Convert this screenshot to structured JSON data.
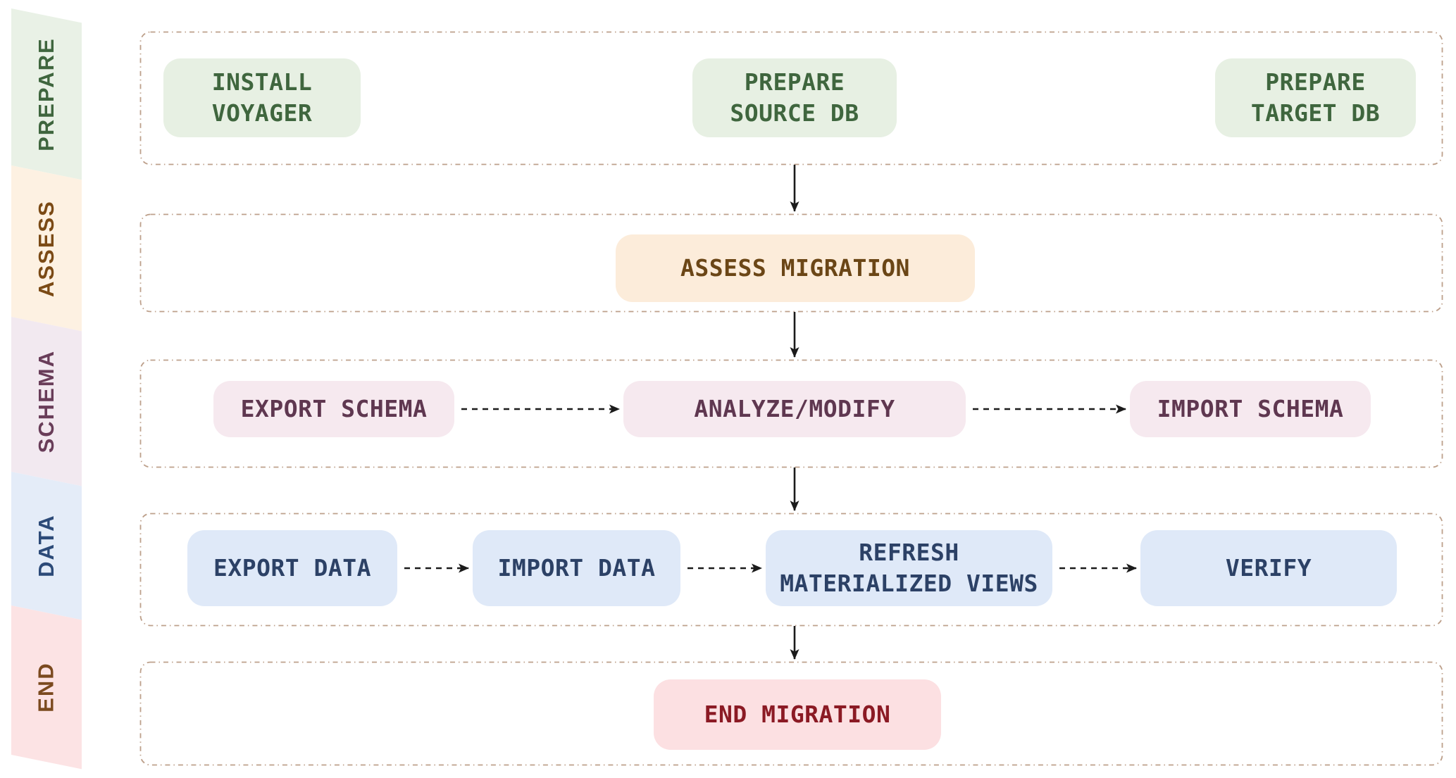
{
  "sidebar": {
    "bands": [
      {
        "label": "PREPARE",
        "bg": "#e9f1e6",
        "text": "#3f663e"
      },
      {
        "label": "ASSESS",
        "bg": "#fdf1e2",
        "text": "#7b4a15"
      },
      {
        "label": "SCHEMA",
        "bg": "#f2e9f0",
        "text": "#693d59"
      },
      {
        "label": "DATA",
        "bg": "#e4ecf8",
        "text": "#2c4a78"
      },
      {
        "label": "END",
        "bg": "#fce3e4",
        "text": "#7b4a1f"
      }
    ]
  },
  "nodes": {
    "install_voyager": "INSTALL\nVOYAGER",
    "prepare_source_db": "PREPARE\nSOURCE DB",
    "prepare_target_db": "PREPARE\nTARGET DB",
    "assess_migration": "ASSESS MIGRATION",
    "export_schema": "EXPORT SCHEMA",
    "analyze_modify": "ANALYZE/MODIFY",
    "import_schema": "IMPORT SCHEMA",
    "export_data": "EXPORT DATA",
    "import_data": "IMPORT DATA",
    "refresh_materialized_views": "REFRESH\nMATERIALIZED VIEWS",
    "verify": "VERIFY",
    "end_migration": "END MIGRATION"
  },
  "colors": {
    "node_prepare_bg": "#e7f0e3",
    "node_prepare_text": "#3f663e",
    "node_assess_bg": "#fcecda",
    "node_assess_text": "#6b4616",
    "node_schema_bg": "#f6e9ef",
    "node_schema_text": "#5f3750",
    "node_data_bg": "#dfe9f8",
    "node_data_text": "#2c4166",
    "node_end_bg": "#fce0e2",
    "node_end_text": "#8b1a24",
    "section_border": "#bda08b",
    "arrow": "#1b1b1b",
    "background": "#ffffff"
  }
}
